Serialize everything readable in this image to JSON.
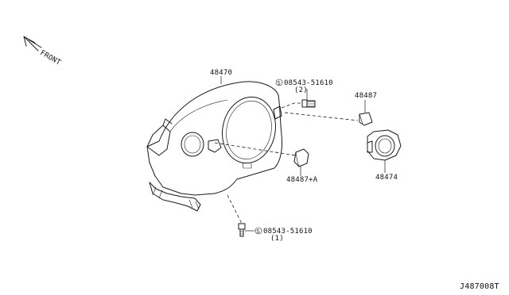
{
  "diagram": {
    "front_label": "FRONT",
    "callouts": {
      "cluster_lid": "48470",
      "screw_top": "08543-51610",
      "screw_top_qty": "(2)",
      "screw_bottom": "08543-51610",
      "screw_bottom_qty": "(1)",
      "clip_top": "48487",
      "clip_bottom": "48487+A",
      "ring": "48474",
      "screw_symbol": "S"
    },
    "figure_code": "J487008T"
  }
}
